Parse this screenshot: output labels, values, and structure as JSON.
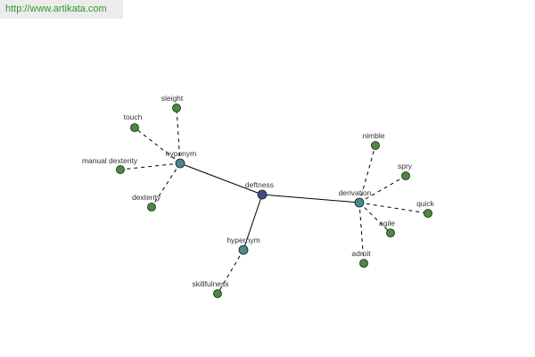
{
  "watermark": {
    "url": "http://www.artikata.com"
  },
  "diagram": {
    "center": "deftness",
    "relations": [
      {
        "label": "hyponym",
        "terms": [
          "sleight",
          "touch",
          "manual dexterity",
          "dexterity"
        ]
      },
      {
        "label": "derivation",
        "terms": [
          "nimble",
          "spry",
          "quick",
          "agile",
          "adroit"
        ]
      },
      {
        "label": "hypernym",
        "terms": [
          "skillfulness"
        ]
      }
    ],
    "colors": {
      "center_node": "#3c4d8c",
      "relation_node": "#4a8a8a",
      "term_node": "#4a8a3e",
      "node_border": "#1a1a1a",
      "edge": "#000000"
    }
  }
}
